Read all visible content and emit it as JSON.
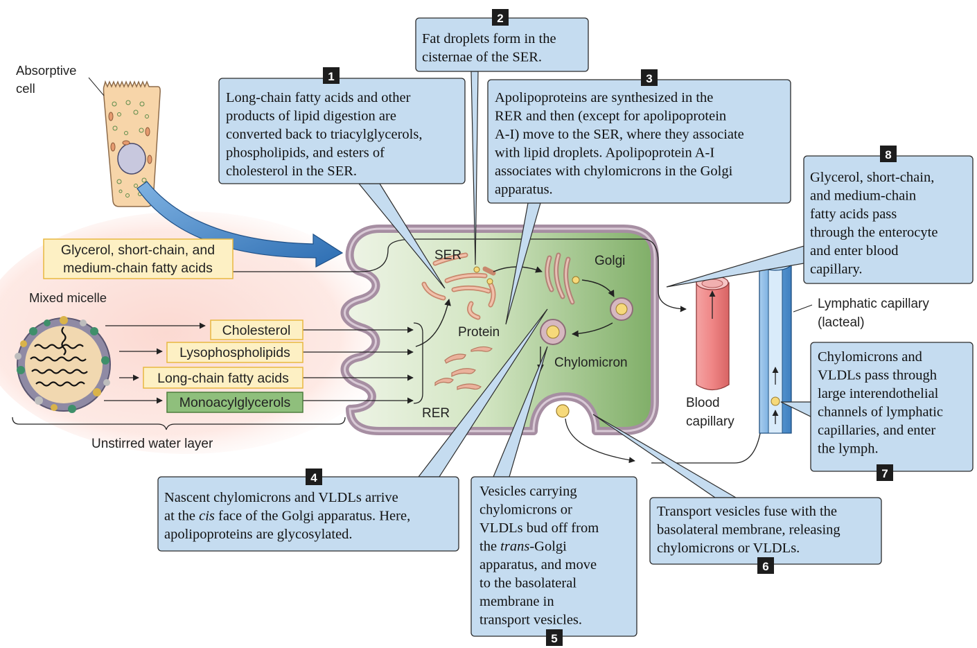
{
  "labels": {
    "absorptive_cell": [
      "Absorptive",
      "cell"
    ],
    "mixed_micelle": "Mixed micelle",
    "unstirred_water_layer": "Unstirred water layer",
    "ser": "SER",
    "rer": "RER",
    "golgi": "Golgi",
    "protein": "Protein",
    "chylomicron": "Chylomicron",
    "blood_capillary": [
      "Blood",
      "capillary"
    ],
    "lymphatic_capillary": [
      "Lymphatic capillary",
      "(lacteal)"
    ]
  },
  "input_boxes": {
    "short_medium": [
      "Glycerol, short-chain, and",
      "medium-chain fatty acids"
    ],
    "cholesterol": "Cholesterol",
    "lysophospholipids": "Lysophospholipids",
    "long_chain": "Long-chain fatty acids",
    "monoacylglycerols": "Monoacylglycerols"
  },
  "steps": [
    {
      "number": "1",
      "lines": [
        "Long-chain fatty acids and other",
        "products of lipid digestion are",
        "converted back to triacylglycerols,",
        "phospholipids, and esters of",
        "cholesterol in the SER."
      ]
    },
    {
      "number": "2",
      "lines": [
        "Fat droplets form in the",
        "cisternae of the SER."
      ]
    },
    {
      "number": "3",
      "lines": [
        "Apolipoproteins are synthesized in the",
        "RER and then (except for apolipoprotein",
        "A-I) move to the SER, where they associate",
        "with lipid droplets. Apolipoprotein A-I",
        "associates with chylomicrons in the Golgi",
        "apparatus."
      ]
    },
    {
      "number": "4",
      "lines": [
        [
          "Nascent chylomicrons and VLDLs arrive"
        ],
        [
          "at the ",
          {
            "i": "cis"
          },
          " face of the Golgi apparatus. Here,"
        ],
        [
          "apolipoproteins are glycosylated."
        ]
      ]
    },
    {
      "number": "5",
      "lines": [
        [
          "Vesicles carrying"
        ],
        [
          "chylomicrons or"
        ],
        [
          "VLDLs bud off from"
        ],
        [
          "the ",
          {
            "i": "trans"
          },
          "-Golgi"
        ],
        [
          "apparatus, and move"
        ],
        [
          "to the basolateral"
        ],
        [
          "membrane in"
        ],
        [
          "transport vesicles."
        ]
      ]
    },
    {
      "number": "6",
      "lines": [
        "Transport vesicles fuse with the",
        "basolateral membrane, releasing",
        "chylomicrons or VLDLs."
      ]
    },
    {
      "number": "7",
      "lines": [
        "Chylomicrons and",
        "VLDLs pass through",
        "large interendothelial",
        "channels of lymphatic",
        "capillaries, and enter",
        "the lymph."
      ]
    },
    {
      "number": "8",
      "lines": [
        "Glycerol, short-chain,",
        "and medium-chain",
        "fatty acids pass",
        "through the enterocyte",
        "and enter blood",
        "capillary."
      ]
    }
  ],
  "colors": {
    "callout_fill": "#c5dcf0",
    "callout_stroke": "#2b2b2b",
    "yellow_box_fill": "#fdf0c4",
    "yellow_box_stroke": "#e8b840",
    "green_box_fill": "#8fbf7c",
    "green_box_stroke": "#4c7d3c",
    "cell_membrane": "#a88fa3",
    "cytoplasm_light": "#e7f0dc",
    "cytoplasm_dark": "#86b36e",
    "organelle": "#eab29c",
    "blood_vessel": "#ef8f8f",
    "lymph_vessel": "#6aa7de",
    "number_badge": "#1d1d1d"
  }
}
